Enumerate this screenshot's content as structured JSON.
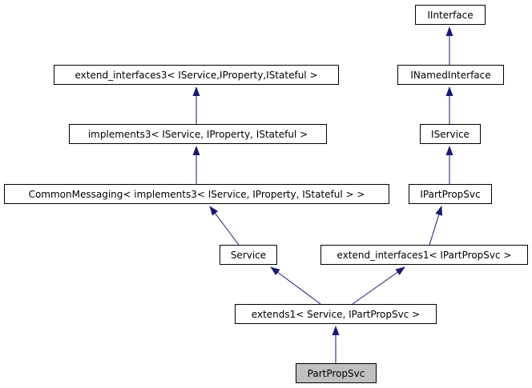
{
  "diagram": {
    "type": "class-inheritance-graph",
    "nodes": [
      {
        "id": "IInterface",
        "label": "IInterface",
        "highlighted": false
      },
      {
        "id": "extend_interfaces3",
        "label": "extend_interfaces3< IService,IProperty,IStateful >",
        "highlighted": false
      },
      {
        "id": "INamedInterface",
        "label": "INamedInterface",
        "highlighted": false
      },
      {
        "id": "implements3",
        "label": "implements3< IService, IProperty, IStateful >",
        "highlighted": false
      },
      {
        "id": "IService",
        "label": "IService",
        "highlighted": false
      },
      {
        "id": "CommonMessaging",
        "label": "CommonMessaging< implements3< IService, IProperty, IStateful > >",
        "highlighted": false
      },
      {
        "id": "IPartPropSvc",
        "label": "IPartPropSvc",
        "highlighted": false
      },
      {
        "id": "Service",
        "label": "Service",
        "highlighted": false
      },
      {
        "id": "extend_interfaces1",
        "label": "extend_interfaces1< IPartPropSvc >",
        "highlighted": false
      },
      {
        "id": "extends1",
        "label": "extends1< Service, IPartPropSvc >",
        "highlighted": false
      },
      {
        "id": "PartPropSvc",
        "label": "PartPropSvc",
        "highlighted": true
      }
    ],
    "edges": [
      {
        "from": "INamedInterface",
        "to": "IInterface"
      },
      {
        "from": "IService",
        "to": "INamedInterface"
      },
      {
        "from": "IPartPropSvc",
        "to": "IService"
      },
      {
        "from": "implements3",
        "to": "extend_interfaces3"
      },
      {
        "from": "CommonMessaging",
        "to": "implements3"
      },
      {
        "from": "Service",
        "to": "CommonMessaging"
      },
      {
        "from": "extend_interfaces1",
        "to": "IPartPropSvc"
      },
      {
        "from": "extends1",
        "to": "Service"
      },
      {
        "from": "extends1",
        "to": "extend_interfaces1"
      },
      {
        "from": "PartPropSvc",
        "to": "extends1"
      }
    ],
    "colors": {
      "arrow": "#191970",
      "node_border": "#000000",
      "node_fill": "#ffffff",
      "highlighted_node_fill": "#c0c0c0",
      "text": "#000000",
      "background": "#ffffff"
    }
  }
}
